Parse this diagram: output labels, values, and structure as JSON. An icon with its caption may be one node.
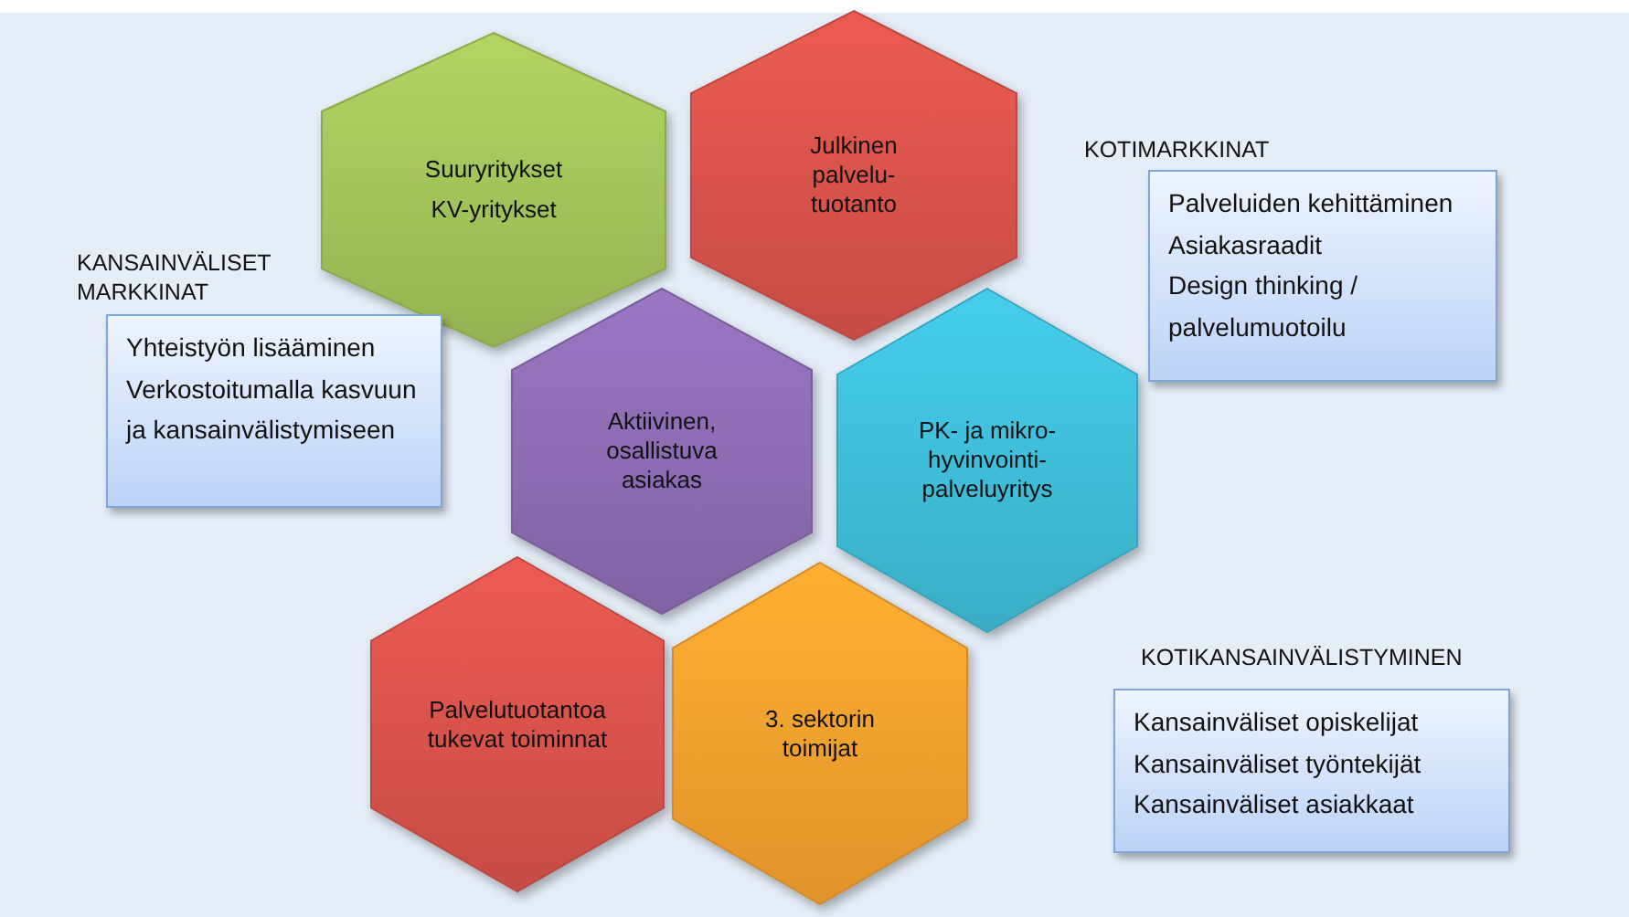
{
  "diagram": {
    "nodes": [
      {
        "text": [
          "Suuryritykset",
          "KV-yritykset"
        ]
      },
      {
        "text": [
          "Julkinen palvelu- tuotanto"
        ]
      },
      {
        "text": [
          "Aktiivinen, osallistuva asiakas"
        ]
      },
      {
        "text": [
          "PK- ja mikro- hyvinvointi- palveluyritys"
        ]
      },
      {
        "text": [
          "Palvelutuotantoa tukevat toiminnat"
        ]
      },
      {
        "text": [
          "3. sektorin toimijat"
        ]
      },
      {
        "text": [
          "KANSAINVÄLISET MARKKINAT",
          "Yhteistyön lisääminen",
          "Verkostoitumalla kasvuun ja kansainvälistymiseen"
        ]
      },
      {
        "text": [
          "KOTIMARKKINAT",
          "Palveluiden kehittäminen",
          "Asiakasraadit",
          "Design thinking / palvelumuotoilu"
        ]
      },
      {
        "text": [
          "KOTIKANSAINVÄLISTYMINEN",
          "Kansainväliset opiskelijat",
          "Kansainväliset työntekijät",
          "Kansainväliset asiakkaat"
        ]
      }
    ],
    "edges": []
  }
}
